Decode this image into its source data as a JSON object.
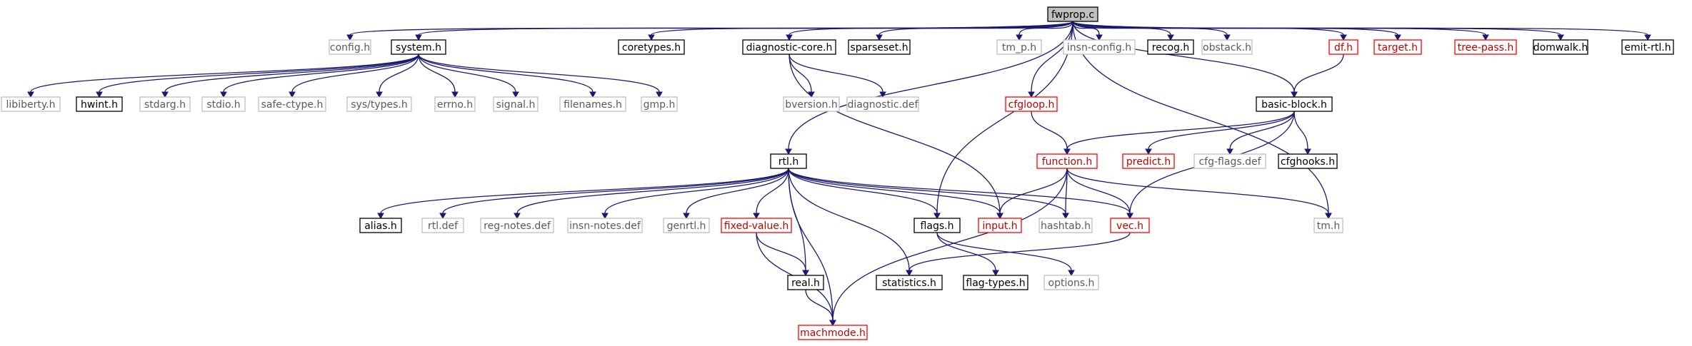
{
  "diagram": {
    "root": "fwprop.c",
    "colors": {
      "edge": "#191970",
      "border_black": "#000000",
      "border_grey": "#bfbfbf",
      "border_red": "#ff0000",
      "root_fill": "#bfbfbf"
    },
    "nodes": [
      {
        "id": "fwprop",
        "label": "fwprop.c",
        "style": "root"
      },
      {
        "id": "config",
        "label": "config.h",
        "style": "grey"
      },
      {
        "id": "system",
        "label": "system.h",
        "style": "black"
      },
      {
        "id": "coretypes",
        "label": "coretypes.h",
        "style": "black"
      },
      {
        "id": "diagcore",
        "label": "diagnostic-core.h",
        "style": "black"
      },
      {
        "id": "sparseset",
        "label": "sparseset.h",
        "style": "black"
      },
      {
        "id": "tmp",
        "label": "tm_p.h",
        "style": "grey"
      },
      {
        "id": "insnconfig",
        "label": "insn-config.h",
        "style": "grey"
      },
      {
        "id": "recog",
        "label": "recog.h",
        "style": "black"
      },
      {
        "id": "obstack",
        "label": "obstack.h",
        "style": "grey"
      },
      {
        "id": "df",
        "label": "df.h",
        "style": "red"
      },
      {
        "id": "target",
        "label": "target.h",
        "style": "red"
      },
      {
        "id": "treepass",
        "label": "tree-pass.h",
        "style": "red"
      },
      {
        "id": "domwalk",
        "label": "domwalk.h",
        "style": "black"
      },
      {
        "id": "emitrtl",
        "label": "emit-rtl.h",
        "style": "black"
      },
      {
        "id": "libiberty",
        "label": "libiberty.h",
        "style": "grey"
      },
      {
        "id": "hwint",
        "label": "hwint.h",
        "style": "black"
      },
      {
        "id": "stdarg",
        "label": "stdarg.h",
        "style": "grey"
      },
      {
        "id": "stdio",
        "label": "stdio.h",
        "style": "grey"
      },
      {
        "id": "safectype",
        "label": "safe-ctype.h",
        "style": "grey"
      },
      {
        "id": "systypes",
        "label": "sys/types.h",
        "style": "grey"
      },
      {
        "id": "errno",
        "label": "errno.h",
        "style": "grey"
      },
      {
        "id": "signal",
        "label": "signal.h",
        "style": "grey"
      },
      {
        "id": "filenames",
        "label": "filenames.h",
        "style": "grey"
      },
      {
        "id": "gmp",
        "label": "gmp.h",
        "style": "grey"
      },
      {
        "id": "bversion",
        "label": "bversion.h",
        "style": "grey"
      },
      {
        "id": "diagdef",
        "label": "diagnostic.def",
        "style": "grey"
      },
      {
        "id": "cfgloop",
        "label": "cfgloop.h",
        "style": "red"
      },
      {
        "id": "basicblock",
        "label": "basic-block.h",
        "style": "black"
      },
      {
        "id": "function",
        "label": "function.h",
        "style": "red"
      },
      {
        "id": "predict",
        "label": "predict.h",
        "style": "red"
      },
      {
        "id": "cfgflags",
        "label": "cfg-flags.def",
        "style": "grey"
      },
      {
        "id": "cfghooks",
        "label": "cfghooks.h",
        "style": "black"
      },
      {
        "id": "rtl",
        "label": "rtl.h",
        "style": "black"
      },
      {
        "id": "alias",
        "label": "alias.h",
        "style": "black"
      },
      {
        "id": "rtldef",
        "label": "rtl.def",
        "style": "grey"
      },
      {
        "id": "regnotes",
        "label": "reg-notes.def",
        "style": "grey"
      },
      {
        "id": "insnnotes",
        "label": "insn-notes.def",
        "style": "grey"
      },
      {
        "id": "genrtl",
        "label": "genrtl.h",
        "style": "grey"
      },
      {
        "id": "fixedvalue",
        "label": "fixed-value.h",
        "style": "red"
      },
      {
        "id": "flags",
        "label": "flags.h",
        "style": "black"
      },
      {
        "id": "input",
        "label": "input.h",
        "style": "red"
      },
      {
        "id": "hashtab",
        "label": "hashtab.h",
        "style": "grey"
      },
      {
        "id": "vec",
        "label": "vec.h",
        "style": "red"
      },
      {
        "id": "tm",
        "label": "tm.h",
        "style": "grey"
      },
      {
        "id": "real",
        "label": "real.h",
        "style": "black"
      },
      {
        "id": "statistics",
        "label": "statistics.h",
        "style": "black"
      },
      {
        "id": "flagtypes",
        "label": "flag-types.h",
        "style": "black"
      },
      {
        "id": "options",
        "label": "options.h",
        "style": "grey"
      },
      {
        "id": "machmode",
        "label": "machmode.h",
        "style": "red"
      }
    ],
    "edges": [
      [
        "fwprop",
        "config"
      ],
      [
        "fwprop",
        "system"
      ],
      [
        "fwprop",
        "coretypes"
      ],
      [
        "fwprop",
        "diagcore"
      ],
      [
        "fwprop",
        "sparseset"
      ],
      [
        "fwprop",
        "tmp"
      ],
      [
        "fwprop",
        "insnconfig"
      ],
      [
        "fwprop",
        "recog"
      ],
      [
        "fwprop",
        "obstack"
      ],
      [
        "fwprop",
        "df"
      ],
      [
        "fwprop",
        "target"
      ],
      [
        "fwprop",
        "treepass"
      ],
      [
        "fwprop",
        "domwalk"
      ],
      [
        "fwprop",
        "emitrtl"
      ],
      [
        "fwprop",
        "cfgloop"
      ],
      [
        "fwprop",
        "basicblock"
      ],
      [
        "fwprop",
        "rtl"
      ],
      [
        "fwprop",
        "flags"
      ],
      [
        "fwprop",
        "tm"
      ],
      [
        "system",
        "libiberty"
      ],
      [
        "system",
        "hwint"
      ],
      [
        "system",
        "stdarg"
      ],
      [
        "system",
        "stdio"
      ],
      [
        "system",
        "safectype"
      ],
      [
        "system",
        "systypes"
      ],
      [
        "system",
        "errno"
      ],
      [
        "system",
        "signal"
      ],
      [
        "system",
        "filenames"
      ],
      [
        "system",
        "gmp"
      ],
      [
        "diagcore",
        "bversion"
      ],
      [
        "diagcore",
        "diagdef"
      ],
      [
        "diagcore",
        "input"
      ],
      [
        "df",
        "basicblock"
      ],
      [
        "cfgloop",
        "function"
      ],
      [
        "basicblock",
        "function"
      ],
      [
        "basicblock",
        "predict"
      ],
      [
        "basicblock",
        "cfgflags"
      ],
      [
        "basicblock",
        "cfghooks"
      ],
      [
        "basicblock",
        "vec"
      ],
      [
        "function",
        "input"
      ],
      [
        "function",
        "hashtab"
      ],
      [
        "function",
        "vec"
      ],
      [
        "function",
        "tm"
      ],
      [
        "function",
        "machmode"
      ],
      [
        "rtl",
        "alias"
      ],
      [
        "rtl",
        "rtldef"
      ],
      [
        "rtl",
        "regnotes"
      ],
      [
        "rtl",
        "insnnotes"
      ],
      [
        "rtl",
        "genrtl"
      ],
      [
        "rtl",
        "fixedvalue"
      ],
      [
        "rtl",
        "flags"
      ],
      [
        "rtl",
        "input"
      ],
      [
        "rtl",
        "hashtab"
      ],
      [
        "rtl",
        "vec"
      ],
      [
        "rtl",
        "real"
      ],
      [
        "rtl",
        "statistics"
      ],
      [
        "rtl",
        "machmode"
      ],
      [
        "fixedvalue",
        "real"
      ],
      [
        "fixedvalue",
        "machmode"
      ],
      [
        "real",
        "machmode"
      ],
      [
        "flags",
        "flagtypes"
      ],
      [
        "flags",
        "options"
      ],
      [
        "vec",
        "statistics"
      ]
    ]
  }
}
